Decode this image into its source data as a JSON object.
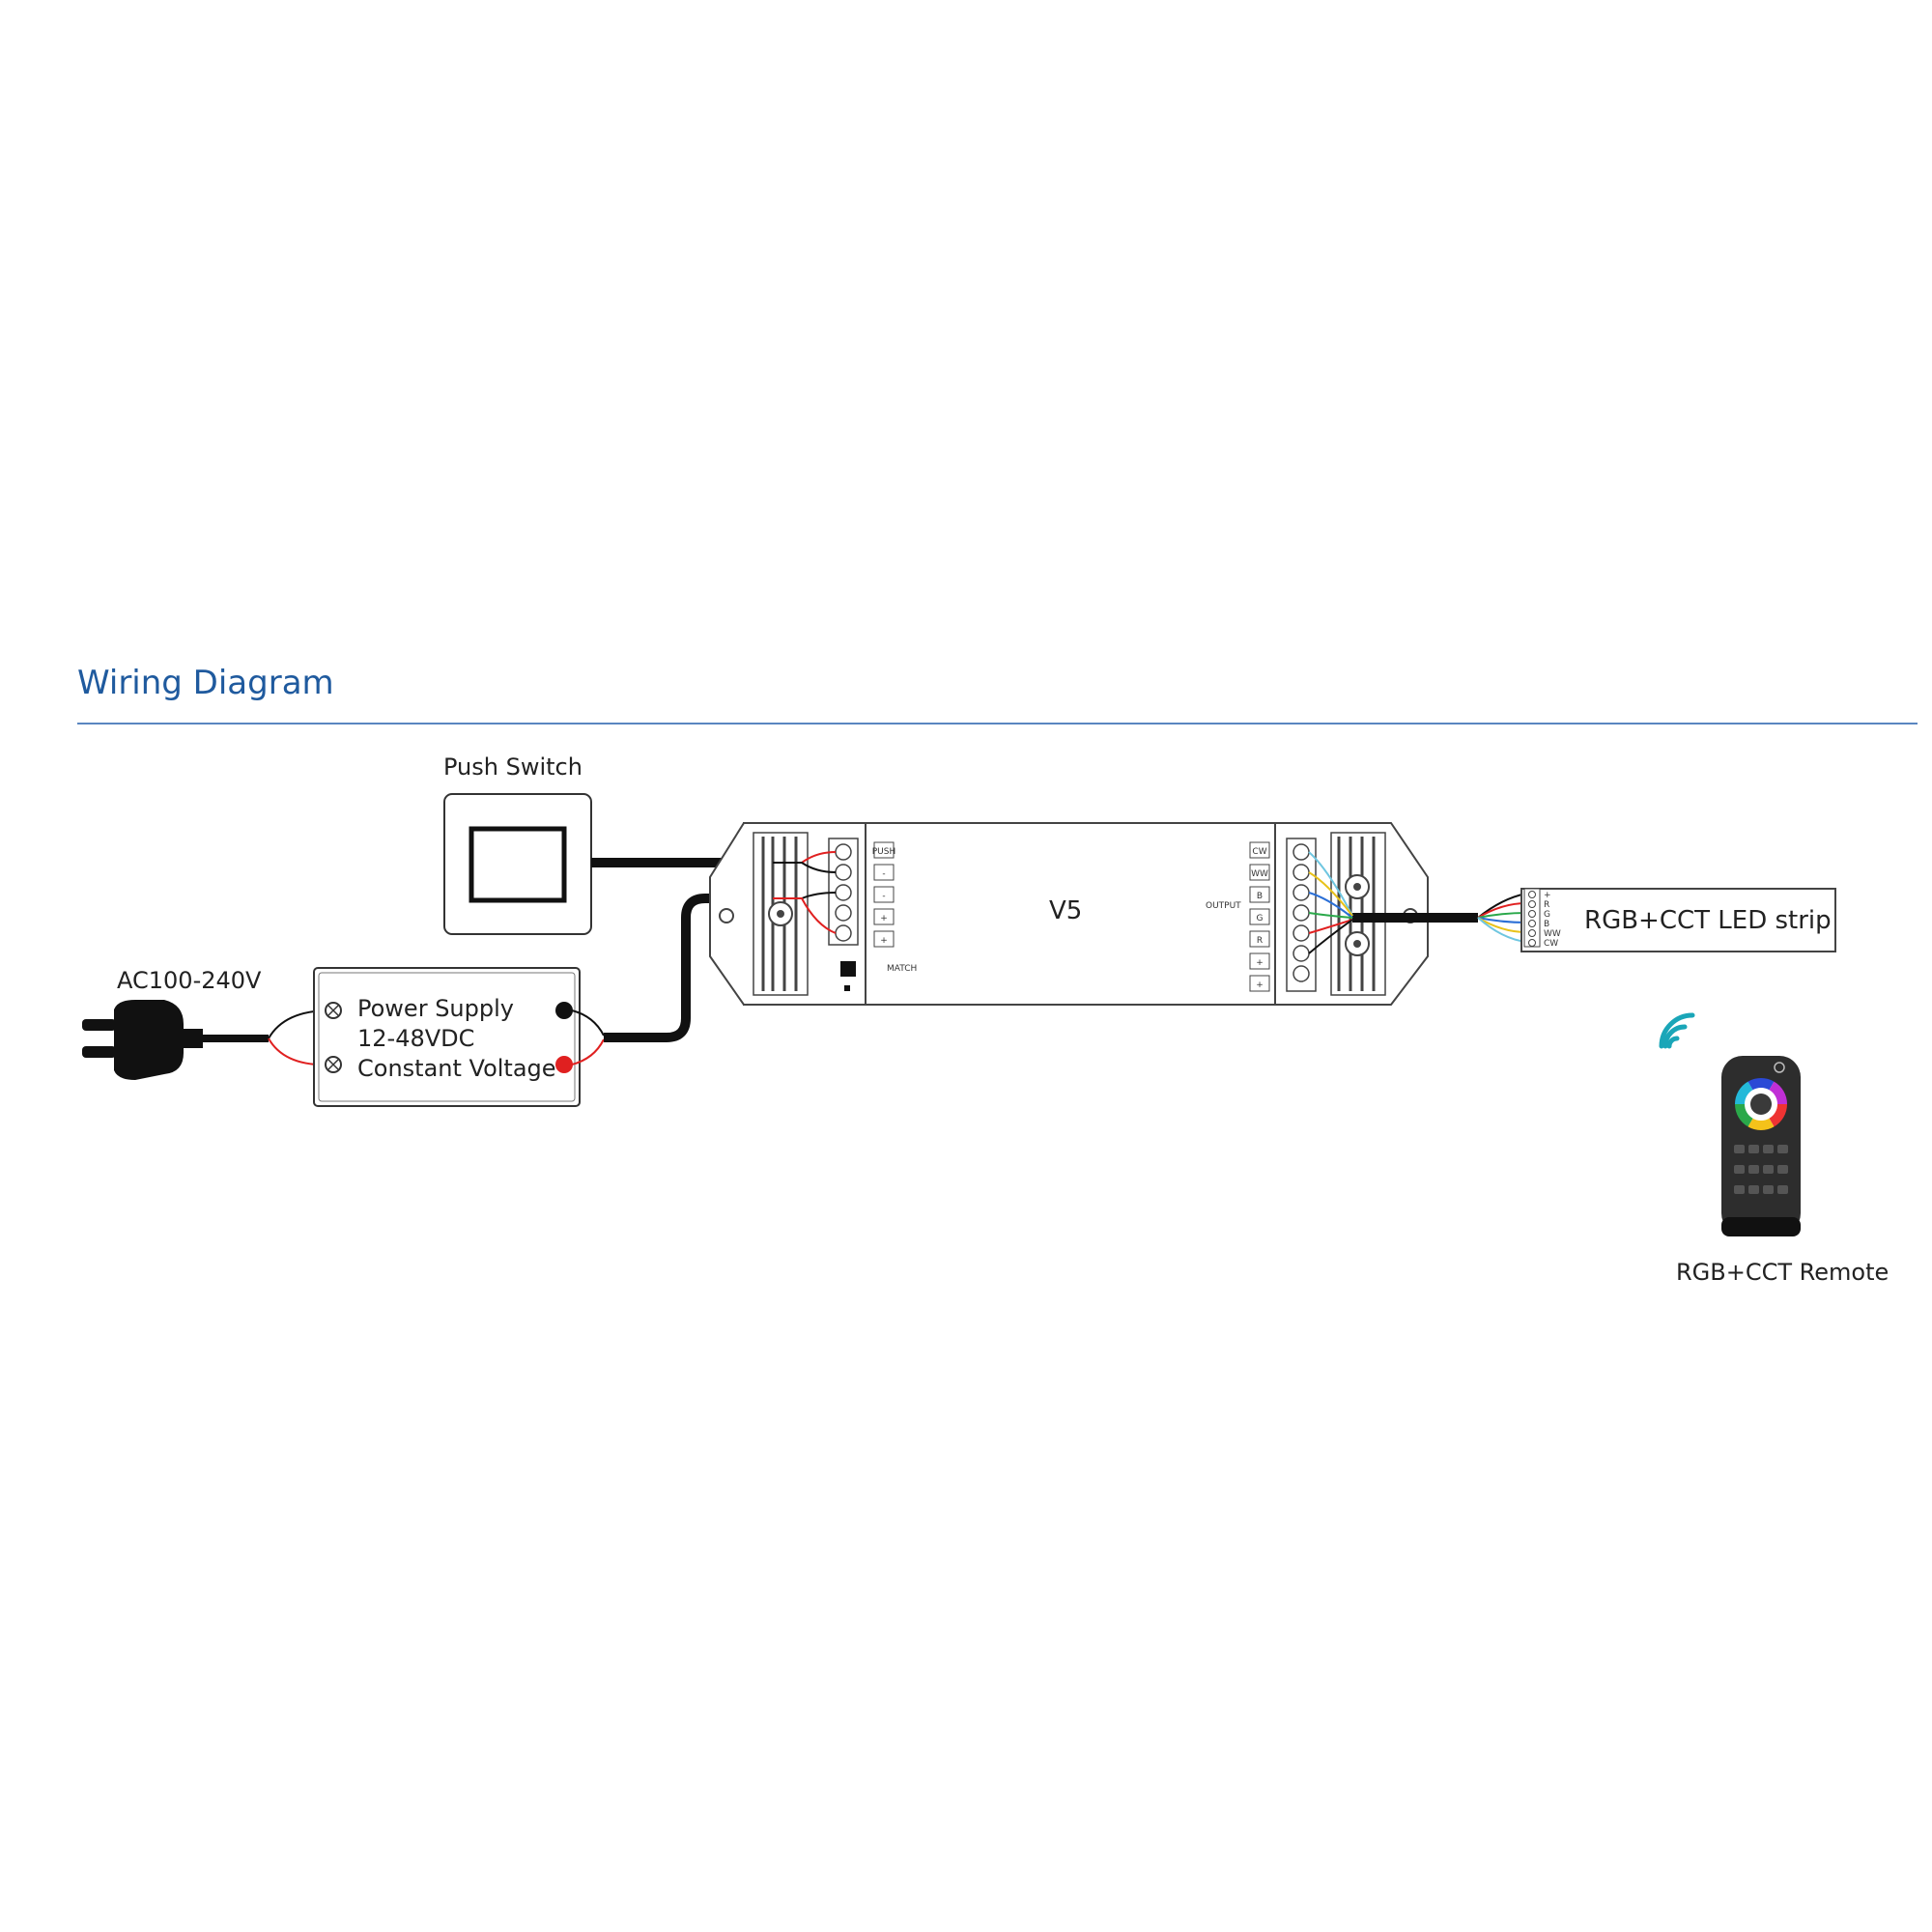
{
  "title": "Wiring Diagram",
  "push_switch": {
    "label": "Push Switch"
  },
  "ac_input": {
    "label": "AC100-240V"
  },
  "power_supply": {
    "line1": "Power Supply",
    "line2": "12-48VDC",
    "line3": "Constant Voltage"
  },
  "controller": {
    "model": "V5",
    "input_terminals": [
      "PUSH",
      "-",
      "-",
      "+",
      "+"
    ],
    "output_label": "OUTPUT",
    "output_terminals": [
      "CW",
      "WW",
      "B",
      "G",
      "R",
      "+",
      "+"
    ],
    "match_label": "MATCH"
  },
  "led_strip": {
    "label": "RGB+CCT LED strip",
    "pins": [
      "+",
      "R",
      "G",
      "B",
      "WW",
      "CW"
    ]
  },
  "remote": {
    "label": "RGB+CCT Remote"
  },
  "colors": {
    "heading": "#1f5a9e",
    "rule": "#5a86c0",
    "wire_red": "#e02020",
    "wire_black": "#111111",
    "wire_green": "#2aa84a",
    "wire_blue": "#2b6fd6",
    "wire_yellow": "#e8c21a",
    "wire_cyan": "#6fc6e0"
  }
}
